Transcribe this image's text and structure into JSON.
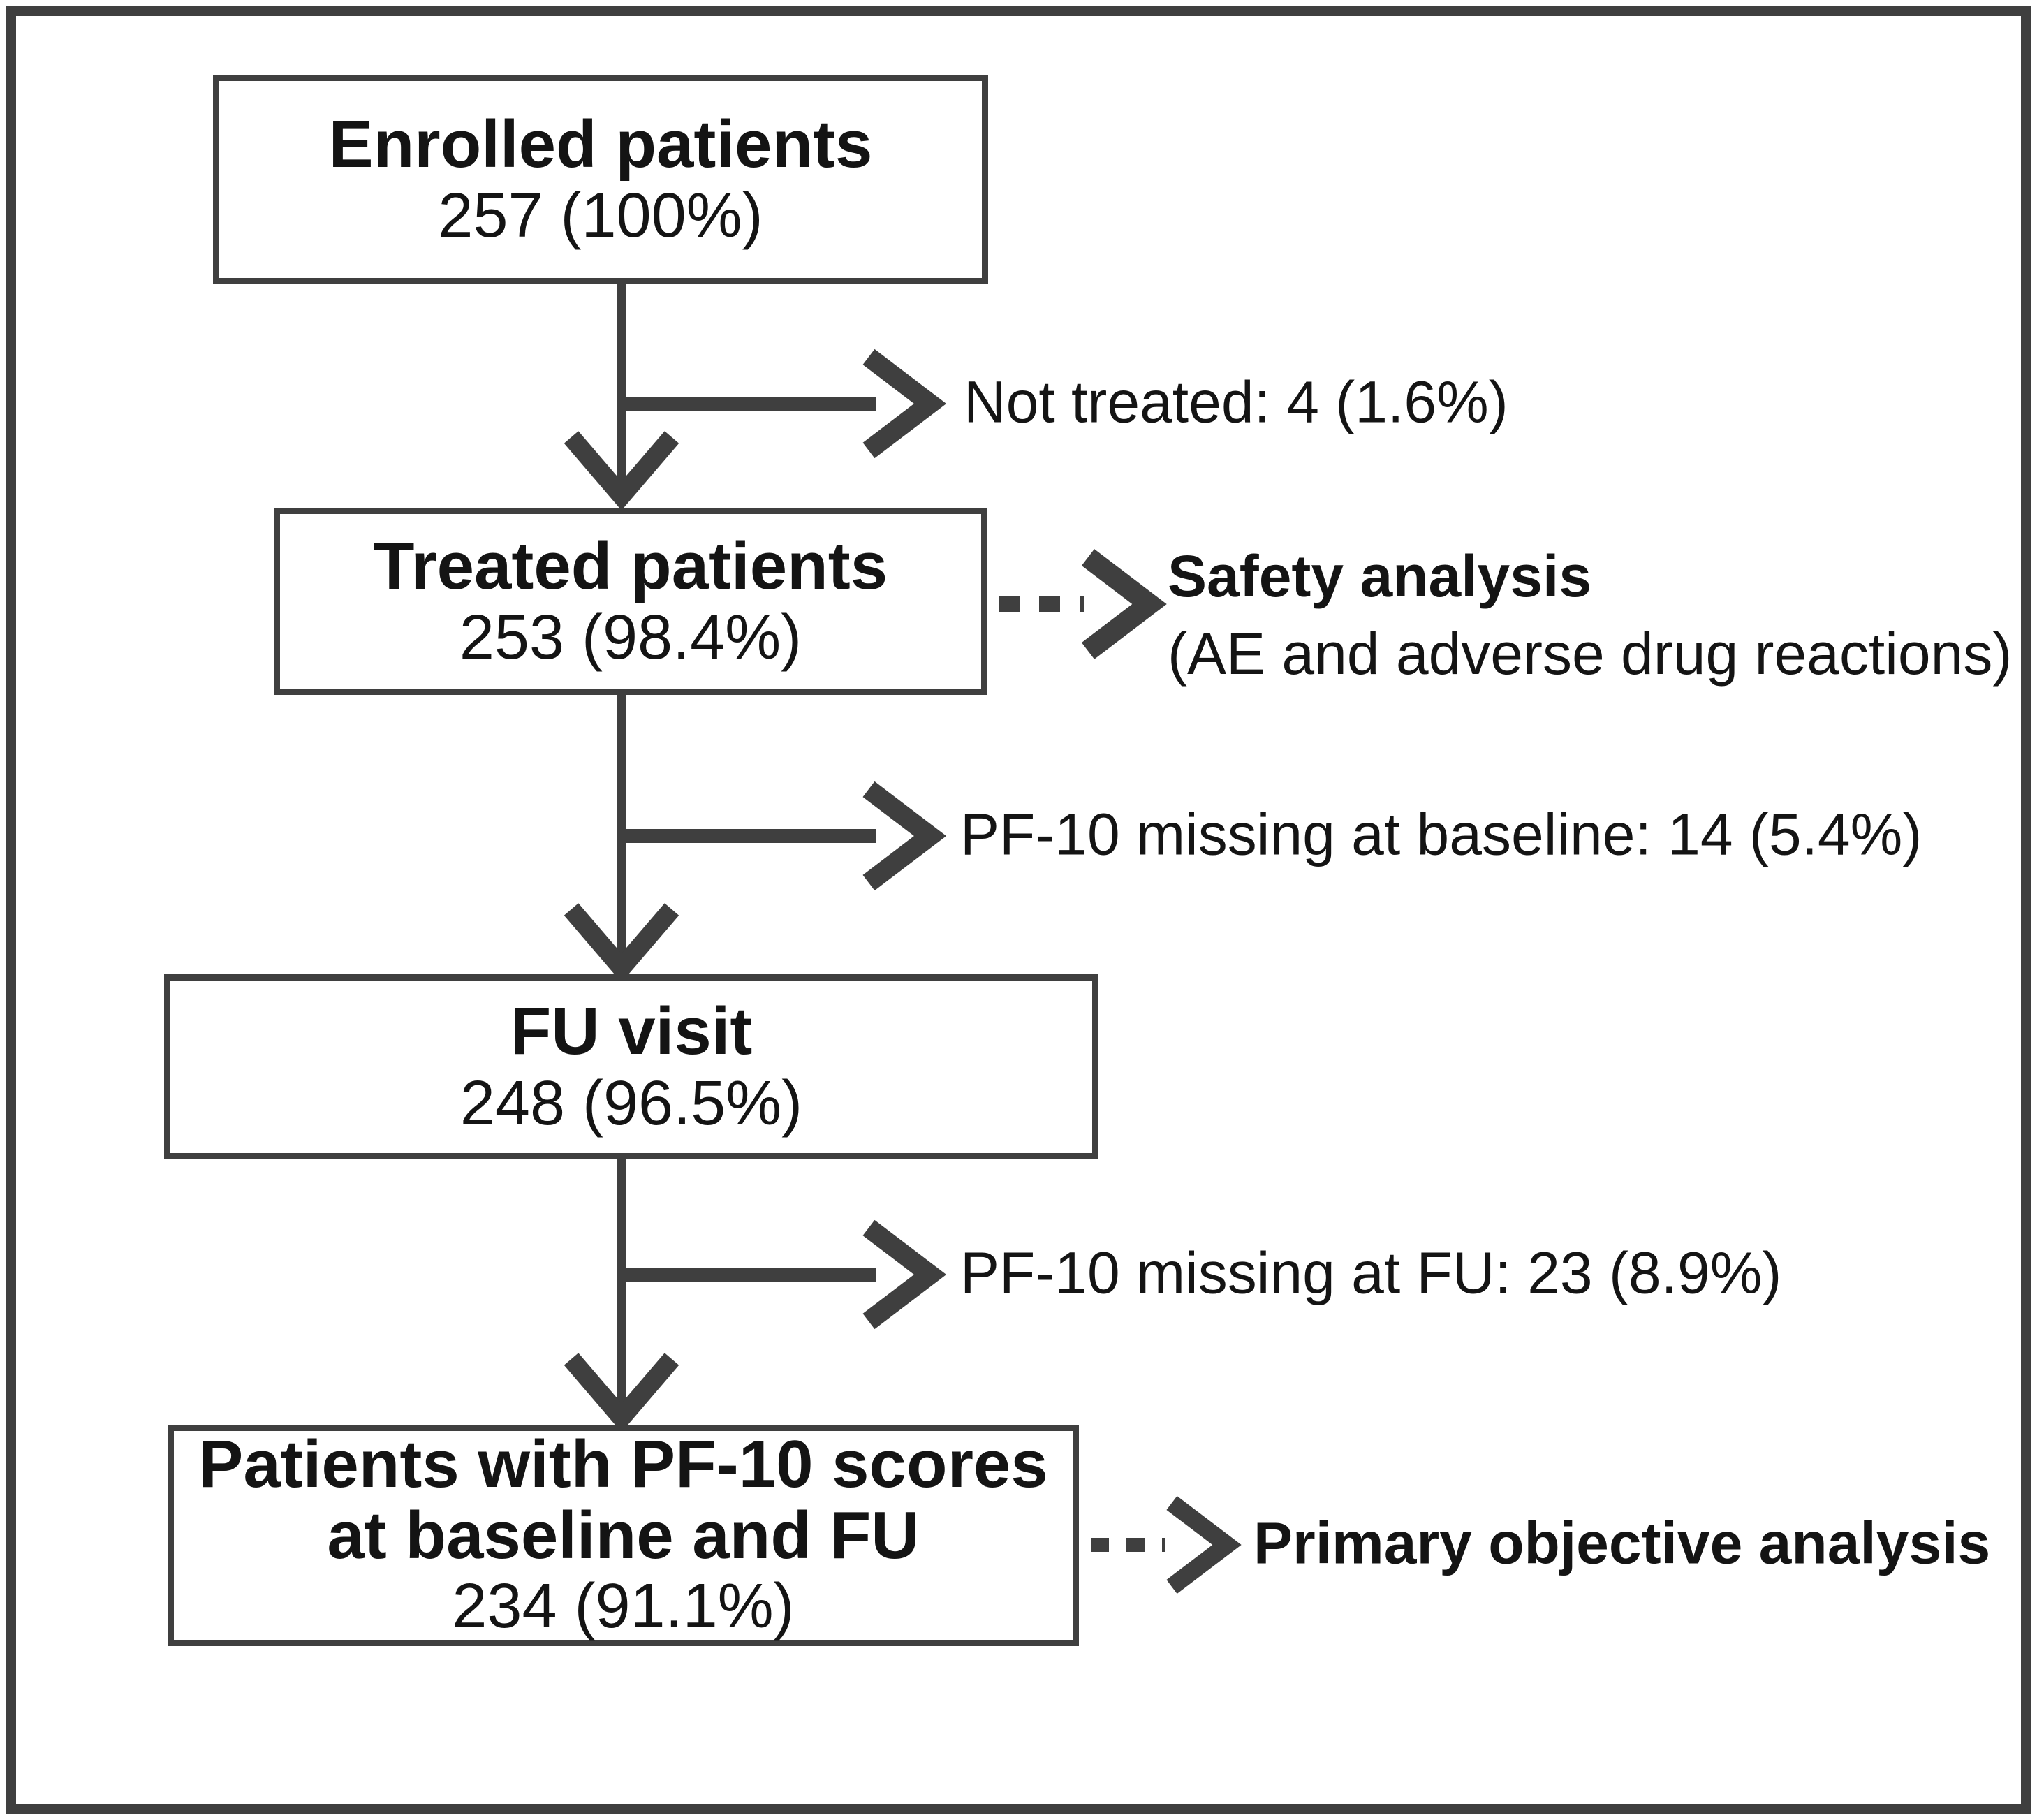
{
  "diagram": {
    "boxes": [
      {
        "id": "enrolled",
        "title": "Enrolled patients",
        "value": "257 (100%)"
      },
      {
        "id": "treated",
        "title": "Treated patients",
        "value": "253 (98.4%)"
      },
      {
        "id": "fu-visit",
        "title": "FU visit",
        "value": "248 (96.5%)"
      },
      {
        "id": "pf10-scores",
        "title_line1": "Patients with PF-10 scores",
        "title_line2": "at baseline and FU",
        "value": "234 (91.1%)"
      }
    ],
    "exclusions": [
      {
        "label": "Not treated: 4 (1.6%)"
      },
      {
        "label": "PF-10 missing at baseline: 14 (5.4%)"
      },
      {
        "label": "PF-10 missing at FU: 23 (8.9%)"
      }
    ],
    "analyses": [
      {
        "title": "Safety analysis",
        "detail": "(AE and adverse drug reactions)"
      },
      {
        "title": "Primary objective analysis"
      }
    ],
    "colors": {
      "line": "#3f3f3f",
      "text": "#141414",
      "background": "#ffffff"
    }
  }
}
